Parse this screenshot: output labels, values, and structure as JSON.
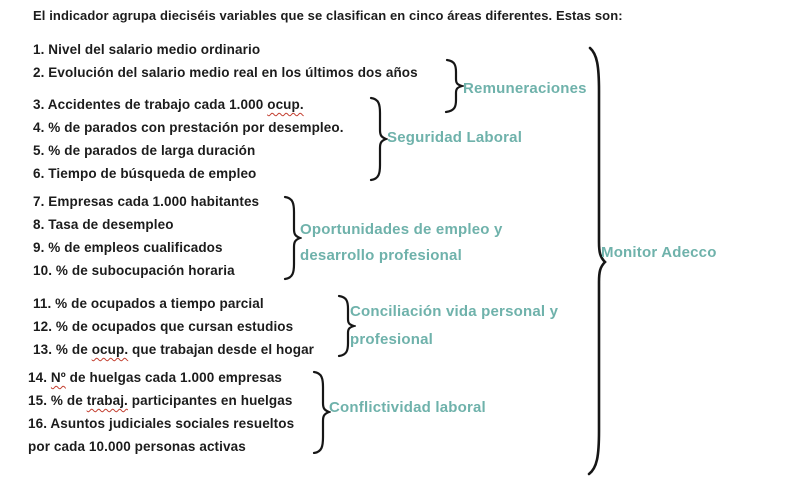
{
  "title": "El indicador agrupa dieciséis variables que se clasifican en cinco áreas diferentes. Estas son:",
  "items": [
    {
      "pre": "1. Nivel del salario medio ordinario"
    },
    {
      "pre": "2. Evolución del salario medio real en los últimos dos años"
    },
    {
      "pre": "3. Accidentes de trabajo cada 1.000 ",
      "typo": "ocup."
    },
    {
      "pre": "4. % de parados con prestación por desempleo."
    },
    {
      "pre": "5. % de parados de larga duración"
    },
    {
      "pre": "6. Tiempo de búsqueda de empleo"
    },
    {
      "pre": "7. Empresas cada 1.000 habitantes"
    },
    {
      "pre": "8. Tasa de desempleo"
    },
    {
      "pre": "9. % de empleos cualificados"
    },
    {
      "pre": "10. % de subocupación horaria"
    },
    {
      "pre": "11. % de ocupados a tiempo parcial"
    },
    {
      "pre": "12. % de ocupados que cursan estudios"
    },
    {
      "pre": "13. % de ",
      "typo": "ocup.",
      "post": " que trabajan desde el hogar"
    },
    {
      "pre": "14. ",
      "typo": "Nº",
      "post": " de huelgas cada 1.000 empresas"
    },
    {
      "pre": "15. % de ",
      "typo": "trabaj.",
      "post": " participantes en huelgas"
    },
    {
      "pre": "16. Asuntos judiciales sociales resueltos",
      "cont": "por cada 10.000 personas activas"
    }
  ],
  "groups": [
    {
      "lines": [
        "Remuneraciones"
      ]
    },
    {
      "lines": [
        "Seguridad Laboral"
      ]
    },
    {
      "lines": [
        "Oportunidades de empleo y",
        "desarrollo profesional"
      ]
    },
    {
      "lines": [
        "Conciliación vida personal y",
        "profesional"
      ]
    },
    {
      "lines": [
        "Conflictividad laboral"
      ]
    }
  ],
  "right_brace_label": "Monitor Adecco",
  "colors": {
    "accent_teal": "#6fb2ab",
    "text": "#1c1c1c",
    "squiggle_red": "#c23d2e"
  }
}
